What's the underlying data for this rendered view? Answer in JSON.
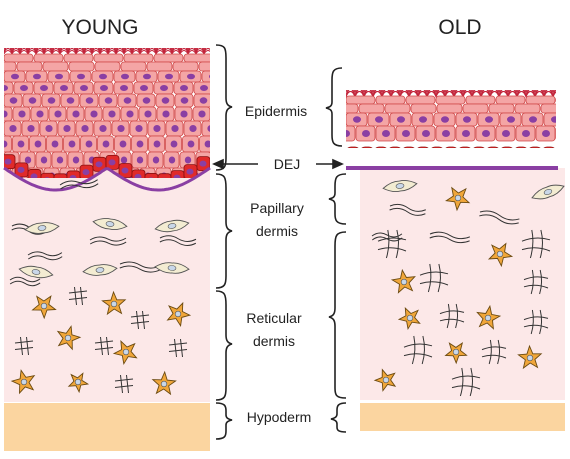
{
  "titles": {
    "young": "YOUNG",
    "old": "OLD"
  },
  "layers": {
    "epidermis": "Epidermis",
    "dej": "DEJ",
    "papillary_line1": "Papillary",
    "papillary_line2": "dermis",
    "reticular_line1": "Reticular",
    "reticular_line2": "dermis",
    "hypoderm": "Hypoderm"
  },
  "colors": {
    "dermis_bg": "#fce8e8",
    "hypoderm": "#fbd5a0",
    "cell_fill": "#f4a5a5",
    "cell_stroke": "#d04848",
    "nucleus": "#8a3fa3",
    "basal_cell": "#e02a2a",
    "bm": "#8a3fa3",
    "collagen": "#c2233a",
    "fibroblast_fill": "#f3ecd2",
    "fibrocyte_fill": "#f0a63a"
  }
}
